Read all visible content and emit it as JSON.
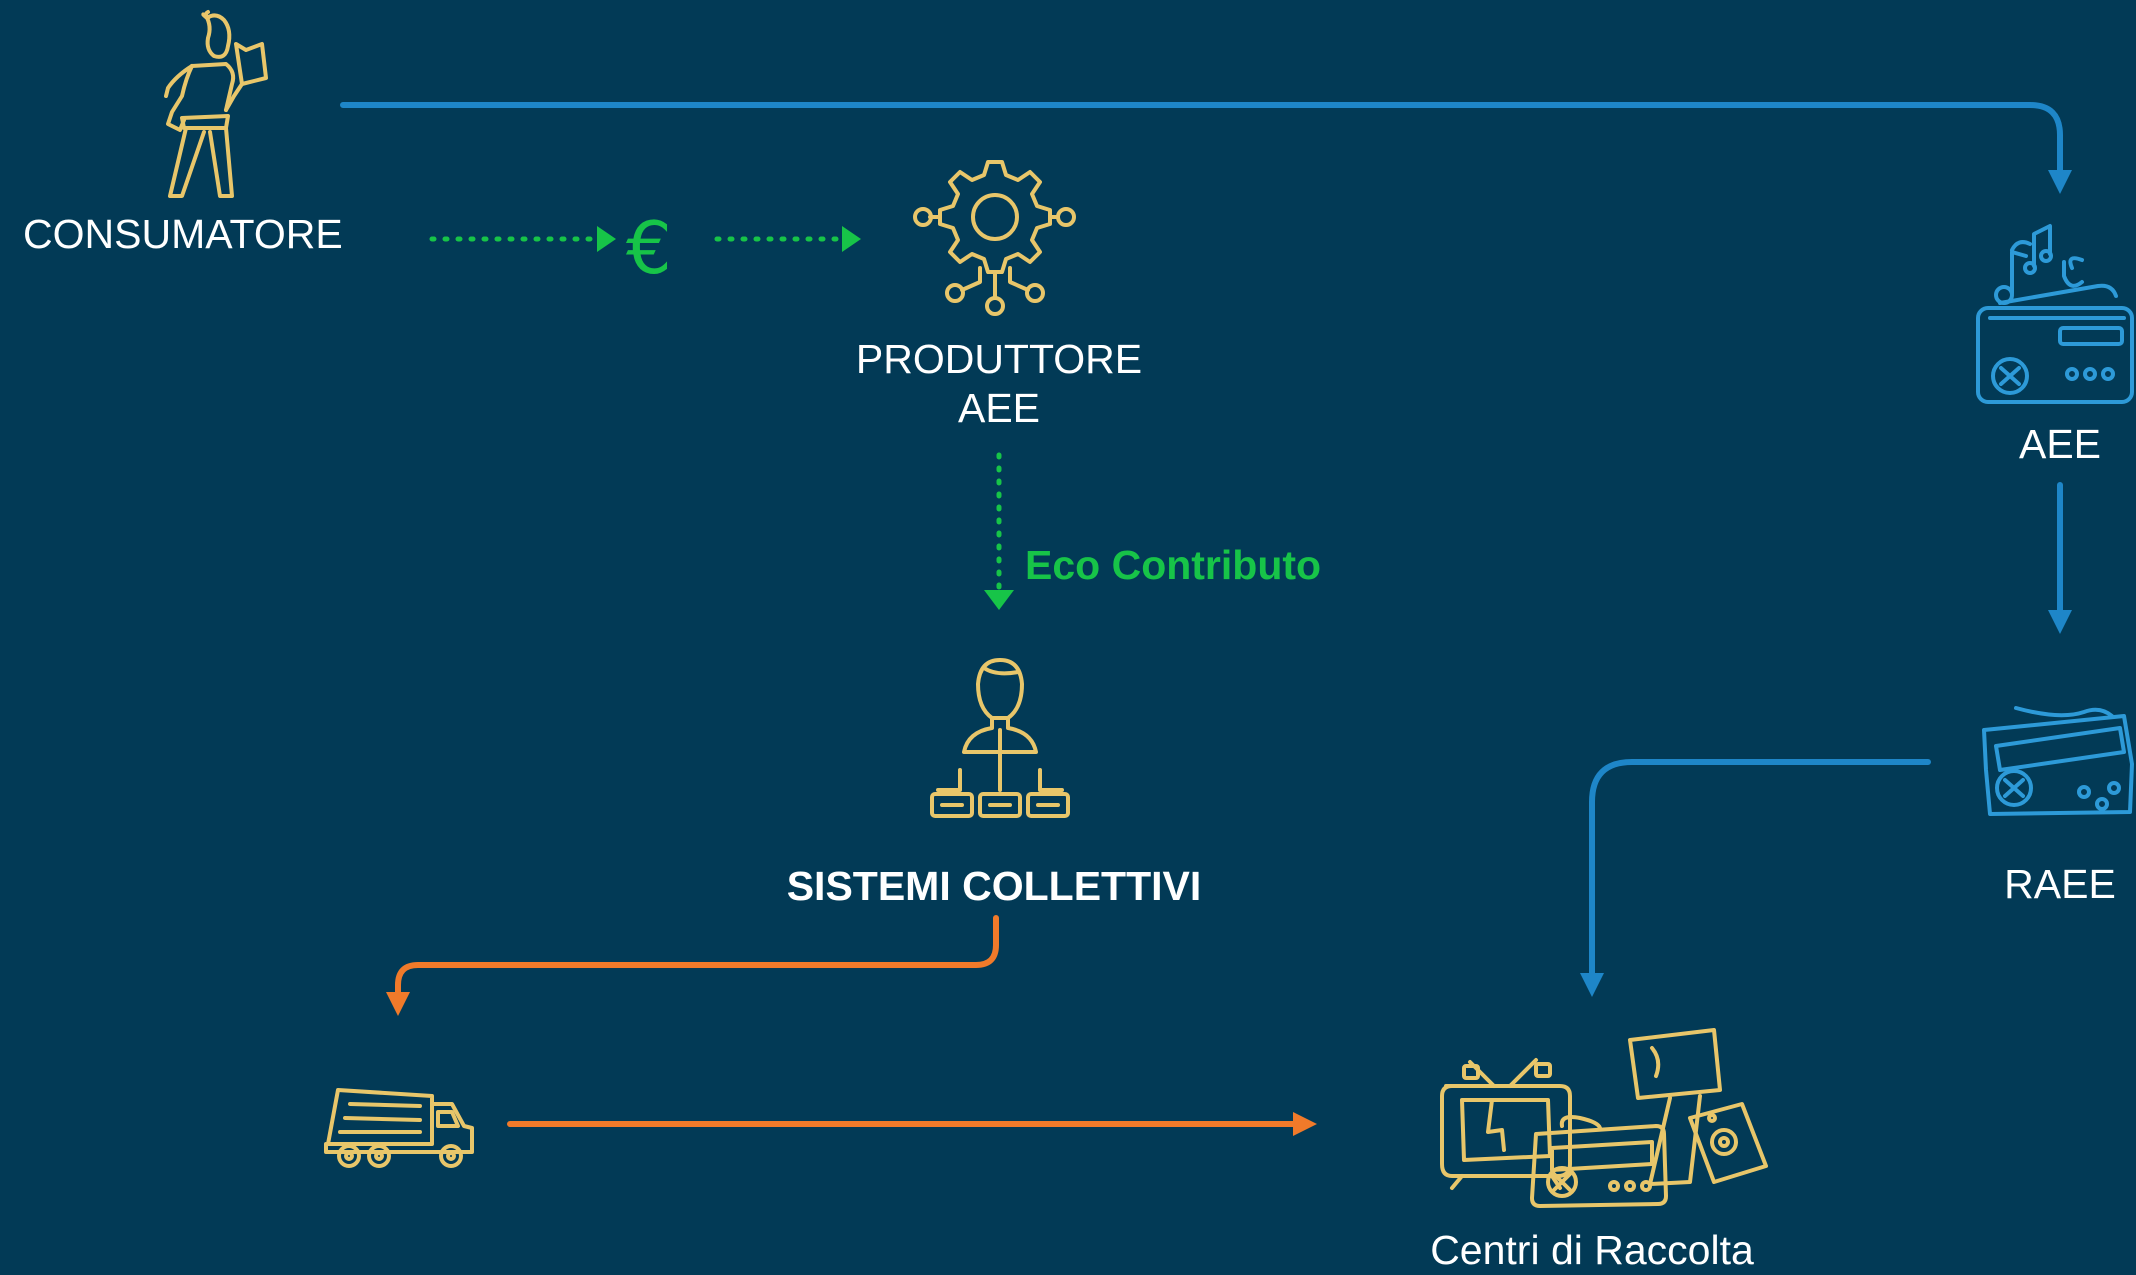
{
  "nodes": {
    "consumatore": "CONSUMATORE",
    "produttore_line1": "PRODUTTORE",
    "produttore_line2": "AEE",
    "sistemi": "SISTEMI COLLETTIVI",
    "aee": "AEE",
    "raee": "RAEE",
    "centri": "Centri di Raccolta"
  },
  "flows": {
    "currency_symbol": "€",
    "eco_contributo": "Eco Contributo"
  },
  "colors": {
    "background": "#023a56",
    "icon_yellow": "#e8c66a",
    "icon_blue": "#2d9ad8",
    "flow_blue": "#1e86c8",
    "flow_green": "#17c448",
    "flow_orange": "#f07a2a",
    "text": "#ffffff"
  },
  "icons": {
    "consumatore": "person-holding-phone-icon",
    "produttore": "gear-circuit-icon",
    "sistemi": "person-hierarchy-icon",
    "aee": "radio-with-music-notes-icon",
    "raee": "broken-radio-icon",
    "truck": "garbage-truck-icon",
    "centri": "pile-of-broken-electronics-icon"
  }
}
